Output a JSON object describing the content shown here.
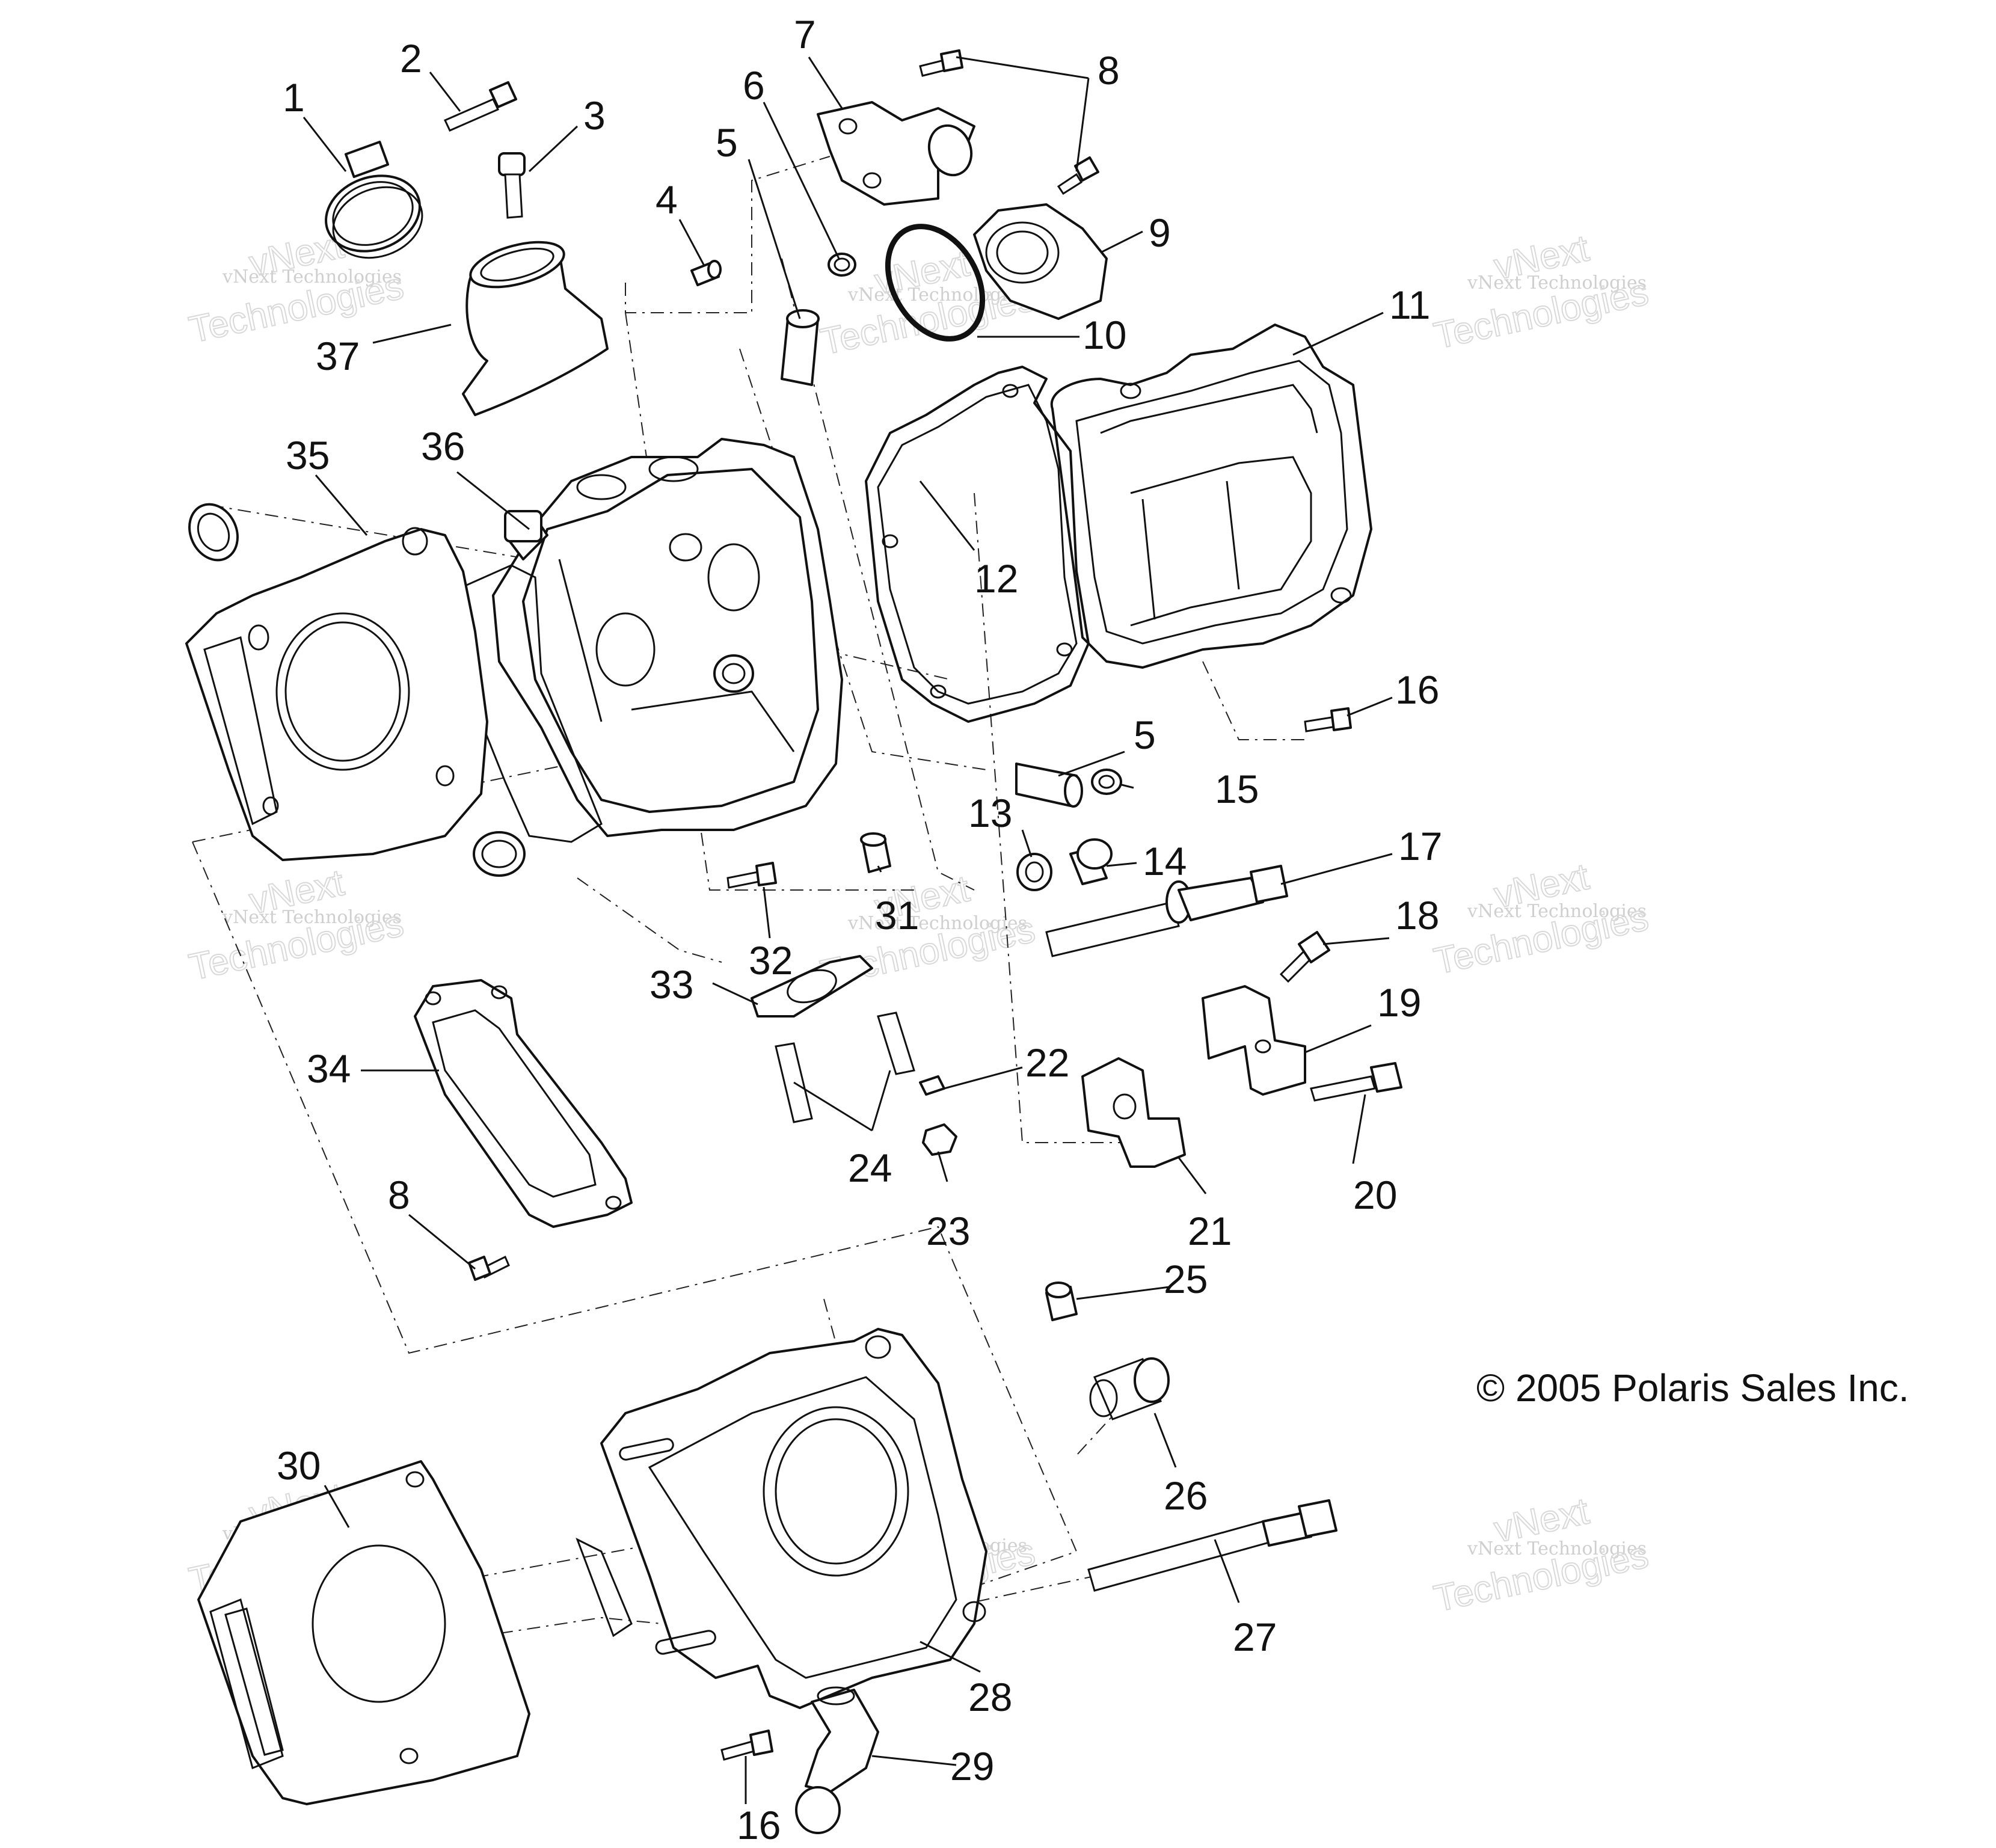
{
  "callouts": {
    "c1": "1",
    "c2": "2",
    "c3": "3",
    "c4": "4",
    "c5a": "5",
    "c5b": "5",
    "c6": "6",
    "c7": "7",
    "c8a": "8",
    "c8b": "8",
    "c9": "9",
    "c10": "10",
    "c11": "11",
    "c12": "12",
    "c13": "13",
    "c14": "14",
    "c15": "15",
    "c16a": "16",
    "c16b": "16",
    "c17": "17",
    "c18": "18",
    "c19": "19",
    "c20": "20",
    "c21": "21",
    "c22": "22",
    "c23": "23",
    "c24": "24",
    "c25": "25",
    "c26": "26",
    "c27": "27",
    "c28": "28",
    "c29": "29",
    "c30": "30",
    "c31": "31",
    "c32": "32",
    "c33": "33",
    "c34": "34",
    "c35": "35",
    "c36": "36",
    "c37": "37"
  },
  "copyright": "© 2005 Polaris Sales Inc.",
  "watermark": {
    "line1": "vNext Technologies",
    "line2": "vNext",
    "line3": "Technologies"
  }
}
